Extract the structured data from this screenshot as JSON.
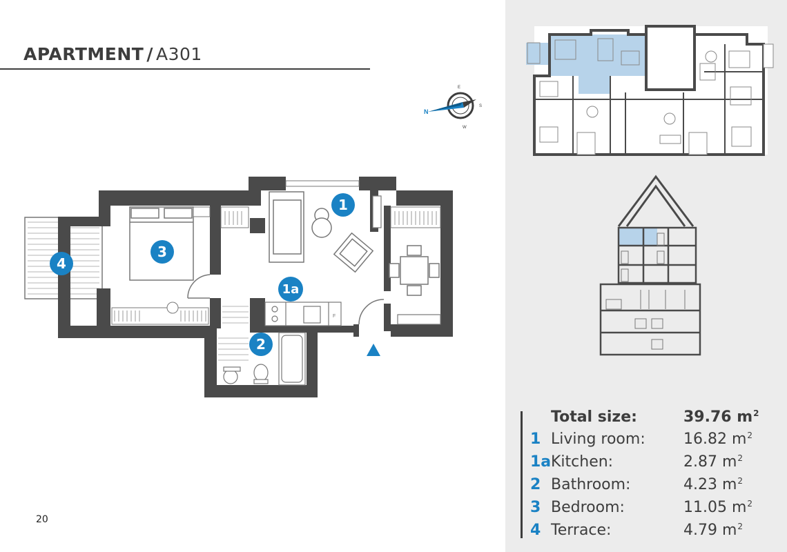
{
  "header": {
    "apartment_word": "APARTMENT",
    "separator": "/",
    "unit_code": "A301"
  },
  "page_number": "20",
  "plan_labels": [
    "1",
    "1a",
    "2",
    "3",
    "4"
  ],
  "compass": {
    "n": "N",
    "e": "E",
    "s": "S",
    "w": "W"
  },
  "kitchen_fridge_mark": "F",
  "areas": {
    "total": {
      "label": "Total size:",
      "value": "39.76 m",
      "unit_sup": "2"
    },
    "rooms": [
      {
        "num": "1",
        "label": "Living room:",
        "value": "16.82 m",
        "unit_sup": "2"
      },
      {
        "num": "1a",
        "label": "Kitchen:",
        "value": "2.87 m",
        "unit_sup": "2"
      },
      {
        "num": "2",
        "label": "Bathroom:",
        "value": "4.23 m",
        "unit_sup": "2"
      },
      {
        "num": "3",
        "label": "Bedroom:",
        "value": "11.05 m",
        "unit_sup": "2"
      },
      {
        "num": "4",
        "label": "Terrace:",
        "value": "4.79 m",
        "unit_sup": "2"
      }
    ]
  },
  "colors": {
    "accent": "#1a82c4",
    "wall": "#4a4a4a",
    "highlight": "#b7d3ea",
    "panel_bg": "#ececec",
    "text": "#3d3d3d"
  }
}
